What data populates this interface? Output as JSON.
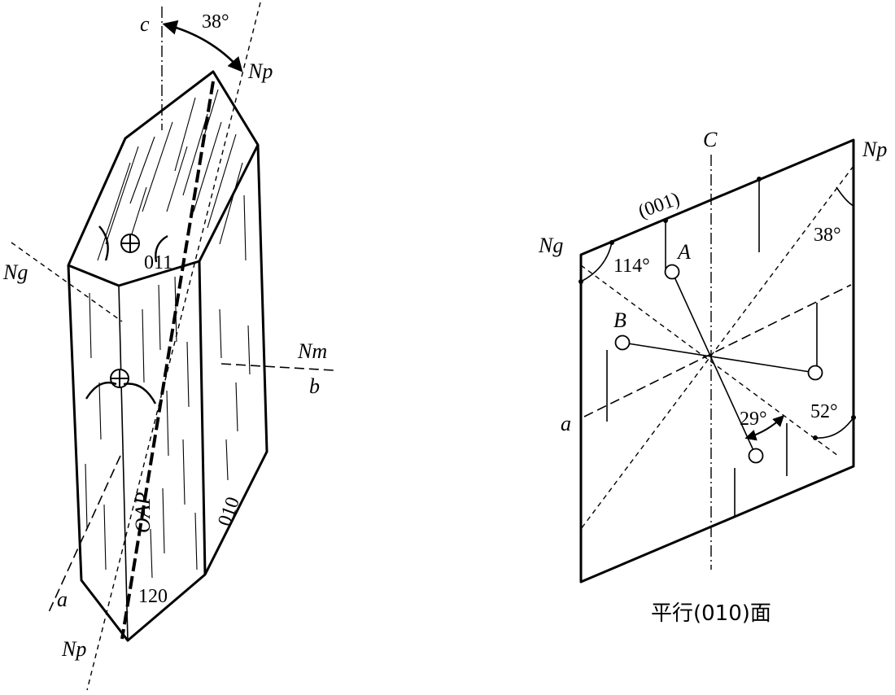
{
  "left_figure": {
    "labels": {
      "c": "c",
      "angle_c_np": "38°",
      "np_top": "Np",
      "ng": "Ng",
      "face_011": "011",
      "nm": "Nm",
      "b": "b",
      "oap": "OAP",
      "face_010": "010",
      "a": "a",
      "face_120": "120",
      "np_bottom": "Np"
    }
  },
  "right_figure": {
    "labels": {
      "c_axis": "C",
      "np": "Np",
      "face_001": "(001)",
      "ng": "Ng",
      "angle_114": "114°",
      "point_a": "A",
      "angle_38": "38°",
      "point_b": "B",
      "a_axis": "a",
      "angle_29": "29°",
      "angle_52": "52°"
    },
    "caption": "平行(010)面"
  }
}
